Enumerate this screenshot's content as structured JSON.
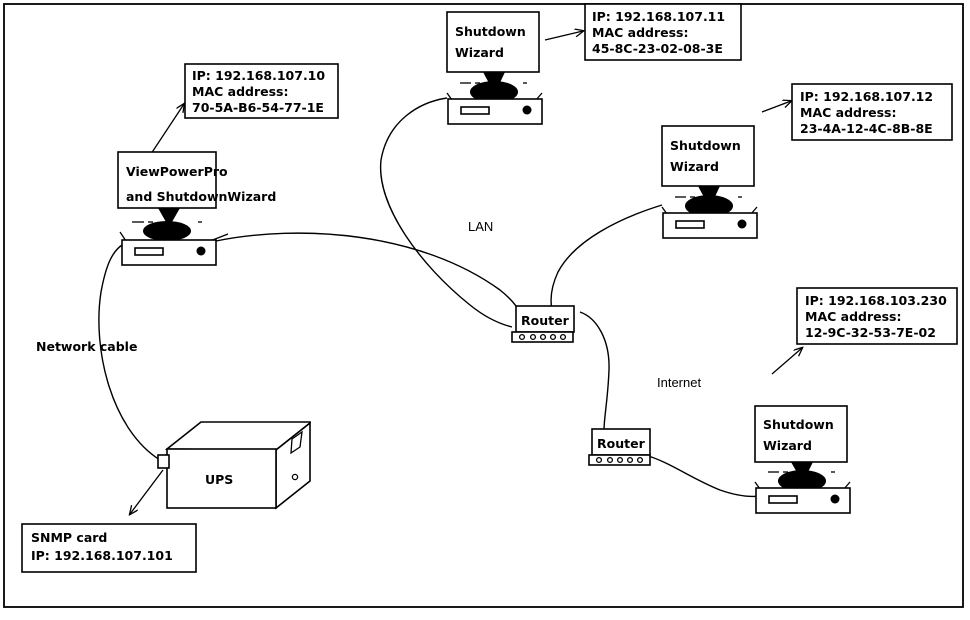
{
  "diagram": {
    "title": "Network topology with ViewPowerPro, ShutdownWizard clients, routers and UPS",
    "frame_color": "#000000",
    "background_color": "#ffffff"
  },
  "callouts": [
    {
      "id": "callout-viewpowerpro",
      "line1": "IP: 192.168.107.10",
      "line2": "MAC address:",
      "line3": "70-5A-B6-54-77-1E"
    },
    {
      "id": "callout-client-top",
      "line1": "IP: 192.168.107.11",
      "line2": "MAC address:",
      "line3": "45-8C-23-02-08-3E"
    },
    {
      "id": "callout-client-right",
      "line1": "IP: 192.168.107.12",
      "line2": "MAC address:",
      "line3": "23-4A-12-4C-8B-8E"
    },
    {
      "id": "callout-client-remote",
      "line1": "IP: 192.168.103.230",
      "line2": "MAC address:",
      "line3": "12-9C-32-53-7E-02"
    },
    {
      "id": "callout-snmp-card",
      "line1": "SNMP card",
      "line2": "IP: 192.168.107.101",
      "line3": ""
    }
  ],
  "computers": [
    {
      "id": "computer-viewpowerpro",
      "screen_line1": "ViewPowerPro",
      "screen_line2": "and ShutdownWizard"
    },
    {
      "id": "computer-client-top",
      "screen_line1": "Shutdown",
      "screen_line2": "Wizard"
    },
    {
      "id": "computer-client-right",
      "screen_line1": "Shutdown",
      "screen_line2": "Wizard"
    },
    {
      "id": "computer-client-remote",
      "screen_line1": "Shutdown",
      "screen_line2": "Wizard"
    }
  ],
  "routers": [
    {
      "id": "router-lan",
      "label": "Router"
    },
    {
      "id": "router-internet",
      "label": "Router"
    }
  ],
  "devices": [
    {
      "id": "ups",
      "label": "UPS"
    }
  ],
  "link_labels": [
    {
      "id": "label-network-cable",
      "text": "Network cable"
    },
    {
      "id": "label-lan",
      "text": "LAN"
    },
    {
      "id": "label-internet",
      "text": "Internet"
    }
  ]
}
